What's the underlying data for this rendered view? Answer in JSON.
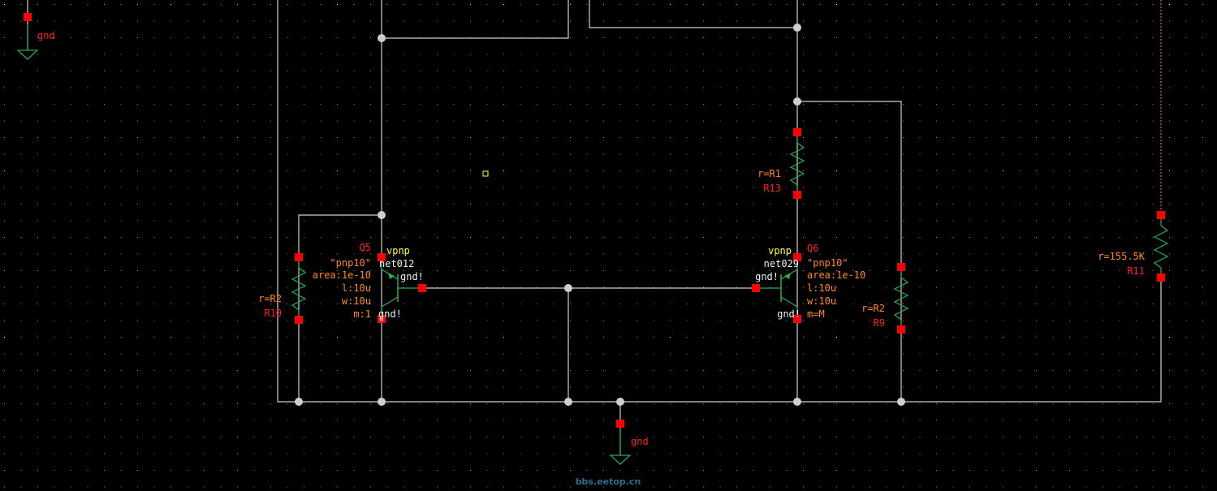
{
  "colors": {
    "background": "#000000",
    "wire": "#cfcfcf",
    "pin": "#ff0000",
    "device": "#22b14c",
    "instance_label": "#ff3b1f",
    "param_label": "#ff8a1a",
    "net_label": "#f0f0f0",
    "model_label": "#ffff40",
    "grid_dot": "#9a9a9a"
  },
  "grounds": {
    "top_left": {
      "net": "gnd"
    },
    "bottom": {
      "net": "gnd"
    }
  },
  "q5": {
    "name": "Q5",
    "cell": "vpnp",
    "net": "net012",
    "model": "\"pnp10\"",
    "area": "area:1e-10",
    "l": "l:10u",
    "w": "w:10u",
    "m": "m:1",
    "sub1": "gnd!",
    "sub2": "gnd!",
    "pin_label": "B"
  },
  "q6": {
    "name": "Q6",
    "cell": "vpnp",
    "net": "net029",
    "model": "\"pnp10\"",
    "area": "area:1e-10",
    "l": "l:10u",
    "w": "w:10u",
    "m": "m=M",
    "sub1": "gnd!",
    "sub2": "gnd!"
  },
  "r10": {
    "name": "R10",
    "value": "r=R2"
  },
  "r13": {
    "name": "R13",
    "value": "r=R1"
  },
  "r9": {
    "name": "R9",
    "value": "r=R2"
  },
  "r11": {
    "name": "R11",
    "value": "r=155.5K"
  },
  "watermark": "bbs.eetop.cn"
}
